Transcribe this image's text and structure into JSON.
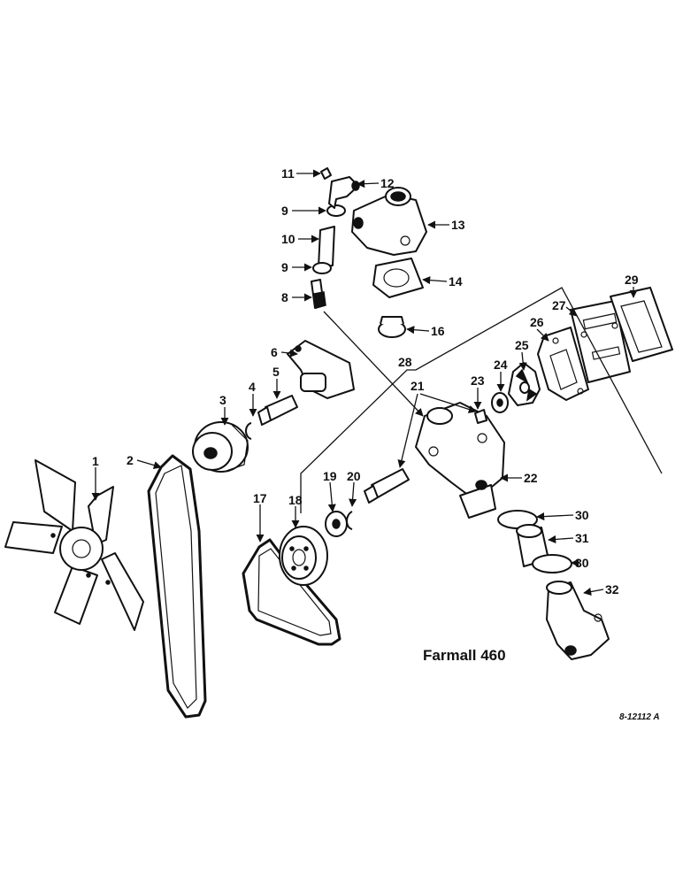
{
  "title": "Farmall 460",
  "drawing_code": "8-12112 A",
  "callouts": [
    "1",
    "2",
    "3",
    "4",
    "5",
    "6",
    "8",
    "9",
    "9",
    "10",
    "11",
    "12",
    "13",
    "14",
    "16",
    "17",
    "18",
    "19",
    "20",
    "21",
    "22",
    "23",
    "24",
    "25",
    "26",
    "27",
    "28",
    "29",
    "30",
    "30",
    "31",
    "32"
  ],
  "line_color": "#111111",
  "background": "#ffffff"
}
